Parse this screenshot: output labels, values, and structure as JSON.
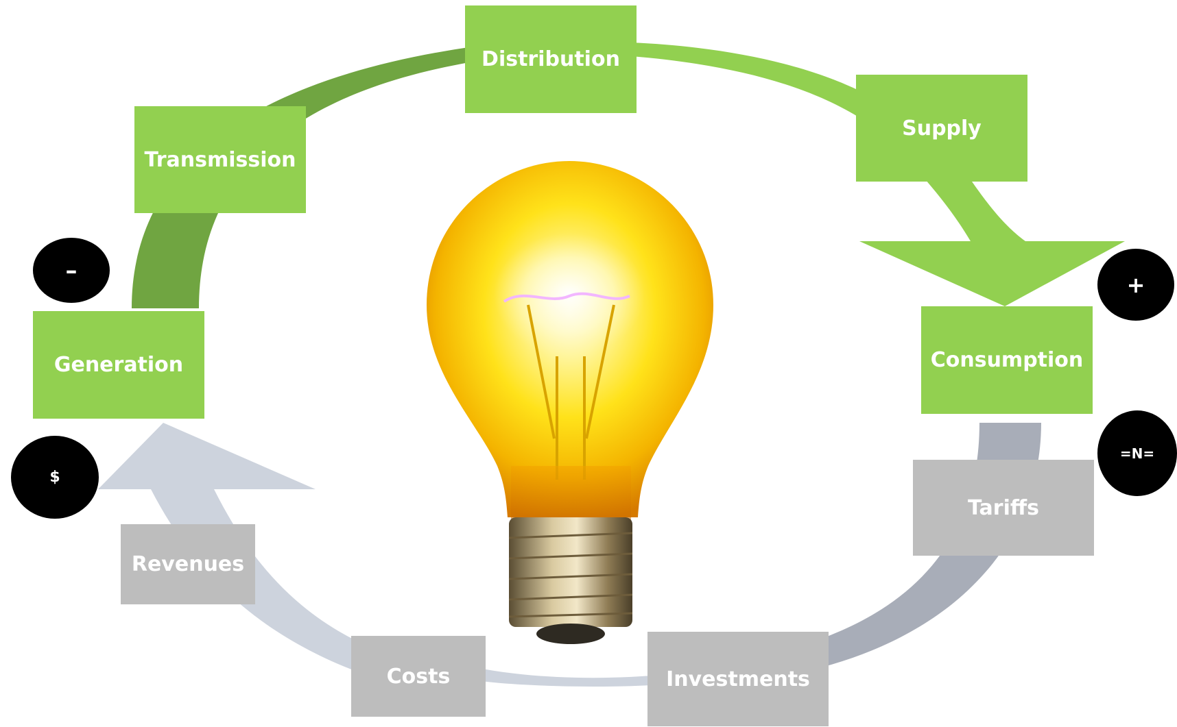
{
  "colors": {
    "green_box": "#92d050",
    "green_arrow_dark": "#70a541",
    "green_arrow_light": "#92d050",
    "grey_box": "#bdbdbd",
    "grey_arrow_dark": "#a8adb8",
    "grey_arrow_light": "#cdd3dd",
    "badge": "#000000"
  },
  "cycle": {
    "generation": "Generation",
    "transmission": "Transmission",
    "distribution": "Distribution",
    "supply": "Supply",
    "consumption": "Consumption",
    "tariffs": "Tariffs",
    "investments": "Investments",
    "costs": "Costs",
    "revenues": "Revenues"
  },
  "badges": {
    "minus": "–",
    "plus": "+",
    "naira": "=N=",
    "dollar": "$"
  },
  "center_icon": "light-bulb-icon"
}
